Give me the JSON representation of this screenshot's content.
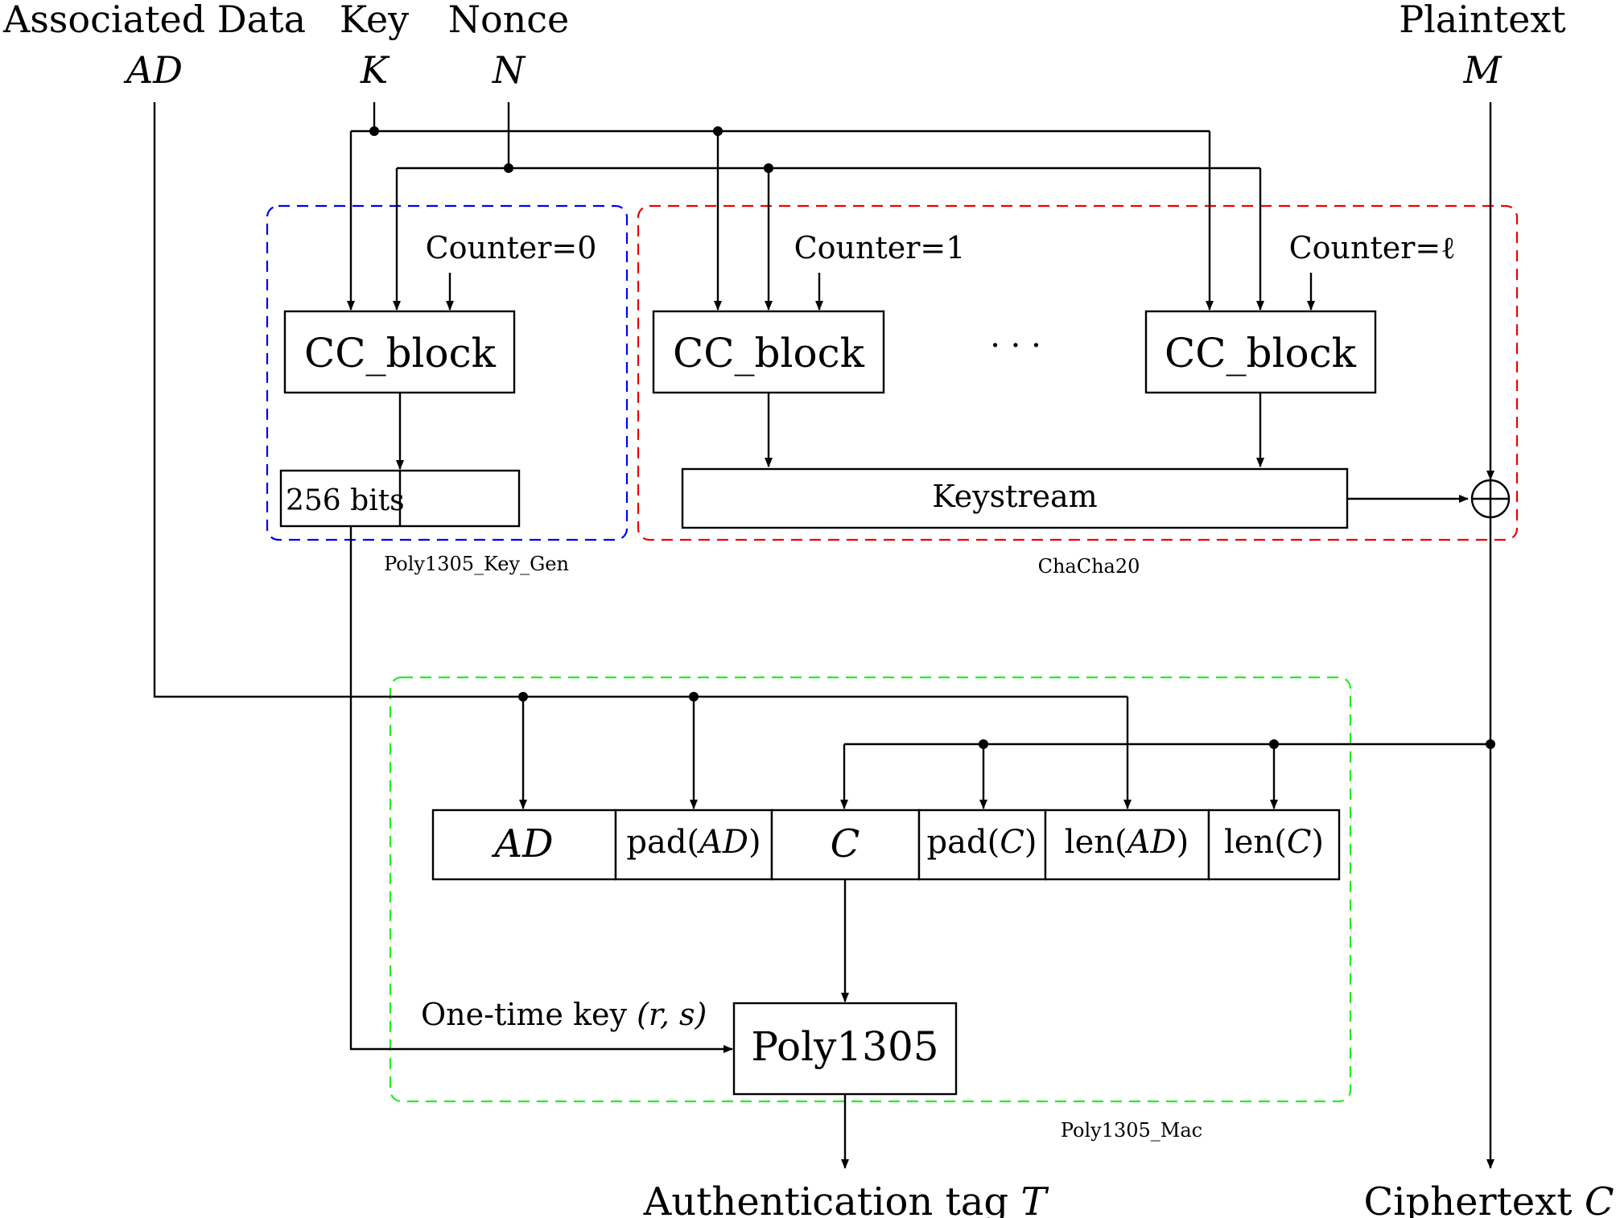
{
  "inputs": {
    "associated_data": {
      "label": "Associated Data",
      "symbol": "AD"
    },
    "key": {
      "label": "Key",
      "symbol": "K"
    },
    "nonce": {
      "label": "Nonce",
      "symbol": "N"
    },
    "plaintext": {
      "label": "Plaintext",
      "symbol": "M"
    }
  },
  "key_gen": {
    "counter": "Counter=0",
    "block": "CC_block",
    "bits": "256 bits",
    "region_label": "Poly1305_Key_Gen",
    "color": "#0000ee"
  },
  "chacha20": {
    "counters": [
      "Counter=1",
      "Counter=ℓ"
    ],
    "blocks": [
      "CC_block",
      "CC_block"
    ],
    "ellipsis": "· · ·",
    "keystream": "Keystream",
    "xor_symbol": "⊕",
    "region_label": "ChaCha20",
    "color": "#ee0000"
  },
  "mac": {
    "fields": [
      {
        "pre": "",
        "sym": "AD",
        "post": ""
      },
      {
        "pre": "pad(",
        "sym": "AD",
        "post": ")"
      },
      {
        "pre": "",
        "sym": "C",
        "post": ""
      },
      {
        "pre": "pad(",
        "sym": "C",
        "post": ")"
      },
      {
        "pre": "len(",
        "sym": "AD",
        "post": ")"
      },
      {
        "pre": "len(",
        "sym": "C",
        "post": ")"
      }
    ],
    "one_time_key": {
      "label": "One-time key",
      "vars": "(r, s)"
    },
    "poly": "Poly1305",
    "region_label": "Poly1305_Mac",
    "color": "#22ee22"
  },
  "outputs": {
    "tag": {
      "label": "Authentication tag",
      "symbol": "T"
    },
    "ciphertext": {
      "label": "Ciphertext",
      "symbol": "C"
    }
  }
}
